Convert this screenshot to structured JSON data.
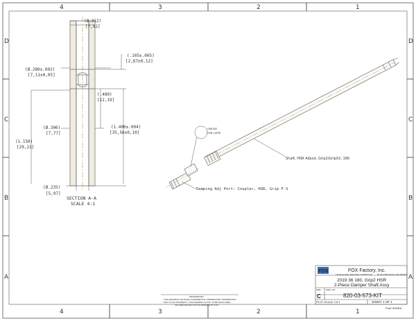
{
  "border": {
    "col_labels": [
      "4",
      "3",
      "2",
      "1"
    ],
    "row_labels": [
      "D",
      "C",
      "B",
      "A"
    ]
  },
  "section_view": {
    "dims": {
      "top_od": "(Ø.312)",
      "top_od_mm": "[7,92]",
      "groove_width": "(.105±.005)",
      "groove_width_mm": "[2,67±0,12]",
      "upper_id": "(Ø.280±.002)",
      "upper_id_mm": "[7,11±0,05]",
      "lower_depth": "(.480)",
      "lower_depth_mm": "[12,19]",
      "mid_id": "(Ø.306)",
      "mid_id_mm": "[7,77]",
      "depth": "(1.400±.004)",
      "depth_mm": "[35,56±0,10]",
      "total": "(1.150)",
      "total_mm": "[29,21]",
      "bottom_id": "(Ø.235)",
      "bottom_id_mm": "[5,97]"
    },
    "label": "SECTION A-A",
    "scale": "SCALE 4:1"
  },
  "iso_view": {
    "grease_note": [
      "GREASE",
      "THIN LAYER"
    ],
    "shaft_label": "Shaft, HSR Adjust, Grip2/GripX2, 180",
    "port_label": "Damping Adj Port: Coupler, HSR, Grip F-S"
  },
  "title_block": {
    "company": "FOX Factory, Inc.",
    "address_lines": [
      "130 Hangar Way, Watsonville, CA 95076 USA",
      "Ph: 831-768-1100  Fax: 831-768-9312"
    ],
    "logo_text": "FOX",
    "title_line1": "2019 36 180, Grip2 HSR",
    "title_line2": "2-Piece Damper Shaft Assy",
    "size_label": "SIZE",
    "dwg_no_label": "DWG. NO.",
    "size": "C",
    "dwg_no": "820-03-573-KIT",
    "scale_text": "PLOT SCALE 1:5:1",
    "sheet_text": "SHEET 1 OF 1",
    "software": "ProE 6SDEN",
    "proprietary": [
      "PROPRIETARY",
      "THIS DRAWING CONTAINS CONFIDENTIAL PROPRIETARY INFORMATION",
      "THAT IS FOX PROPERTY. THIS DRAWING IS NOT TO BE DISCLOSED",
      "OR USED EXCEPT AS AUTHORIZED BY FOX"
    ]
  }
}
